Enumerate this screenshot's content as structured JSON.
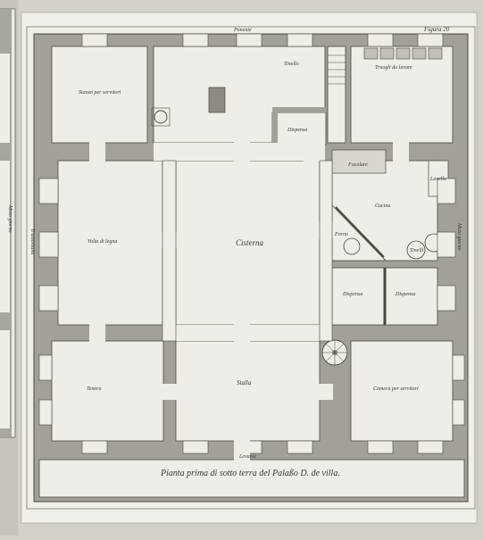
{
  "header": {
    "top_label": "Ponente",
    "plate_number": "Figura 20"
  },
  "rooms": {
    "stanza_servitori": "Stanza per servitori",
    "tinello": "Tinello",
    "dispensa_top": "Dispensa",
    "truogli": "Truogli da lavare",
    "forno": "Forno",
    "focolare": "Focolare",
    "lavello": "Lavello",
    "cucina": "Cucina",
    "tinelli": "Tinelli",
    "volta_legna": "Volta di legna",
    "cisterna": "Cisterna",
    "dispensa_left": "Dispensa",
    "dispensa_right": "Dispensa",
    "tenera": "Tenera",
    "stalla": "Stalla",
    "camera_servitori": "Camera per servitori"
  },
  "sides": {
    "left": "Tramontana",
    "right": "Mezo giorno",
    "left_plate": "Mezo giorno",
    "bottom": "Levante"
  },
  "caption": "Pianta prima di sotto terra del Palaßo D. de villa.",
  "colors": {
    "paper": "#efede7",
    "wall": "#a3a09a",
    "line": "#4a4640",
    "mount": "#d2d0c8"
  }
}
